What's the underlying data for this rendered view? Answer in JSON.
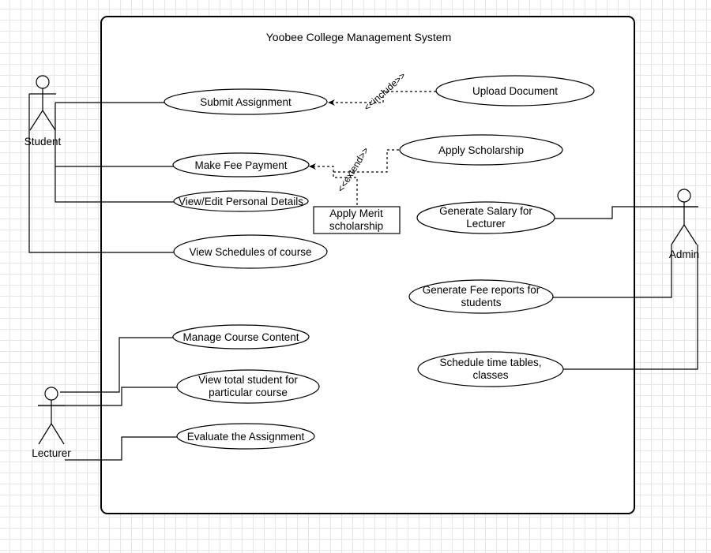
{
  "system": {
    "title": "Yoobee College Management System"
  },
  "actors": {
    "student": "Student",
    "lecturer": "Lecturer",
    "admin": "Admin"
  },
  "use_cases": {
    "submit_assignment": "Submit Assignment",
    "upload_document": "Upload Document",
    "make_fee_payment": "Make Fee Payment",
    "apply_scholarship": "Apply Scholarship",
    "view_edit_personal_details": "View/Edit Personal Details",
    "view_schedules_of_course": "View Schedules of course",
    "generate_salary_line1": "Generate Salary for",
    "generate_salary_line2": "Lecturer",
    "generate_fee_reports_line1": "Generate Fee reports for",
    "generate_fee_reports_line2": "students",
    "schedule_time_tables_line1": "Schedule time tables,",
    "schedule_time_tables_line2": "classes",
    "manage_course_content": "Manage Course Content",
    "view_total_student_line1": "View total student for",
    "view_total_student_line2": "particular course",
    "evaluate_assignment": "Evaluate the Assignment"
  },
  "boxes": {
    "apply_merit_line1": "Apply Merit",
    "apply_merit_line2": "scholarship"
  },
  "stereotypes": {
    "include": "<<include>>",
    "extend": "<<extend>>"
  }
}
